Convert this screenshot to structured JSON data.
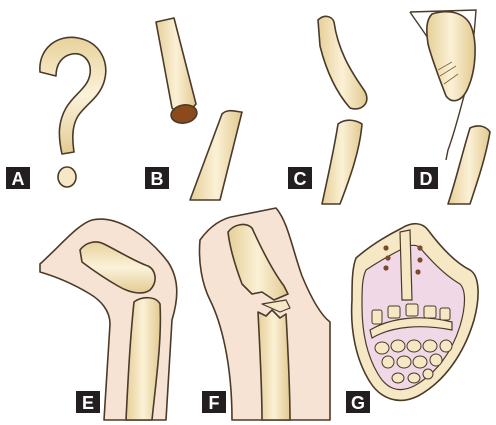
{
  "panels": [
    {
      "id": "a",
      "label": "A"
    },
    {
      "id": "b",
      "label": "B"
    },
    {
      "id": "c",
      "label": "C"
    },
    {
      "id": "d",
      "label": "D"
    },
    {
      "id": "e",
      "label": "E"
    },
    {
      "id": "f",
      "label": "F"
    },
    {
      "id": "g",
      "label": "G"
    }
  ],
  "colors": {
    "bone_fill": "#f1dfb2",
    "bone_outline": "#4a3a2a",
    "soft_tissue": "#f6e3d3",
    "marrow_pink": "#f0d8e6",
    "amputation_stump": "#8a4a1c",
    "label_bg": "#231f20",
    "label_text": "#ffffff"
  }
}
